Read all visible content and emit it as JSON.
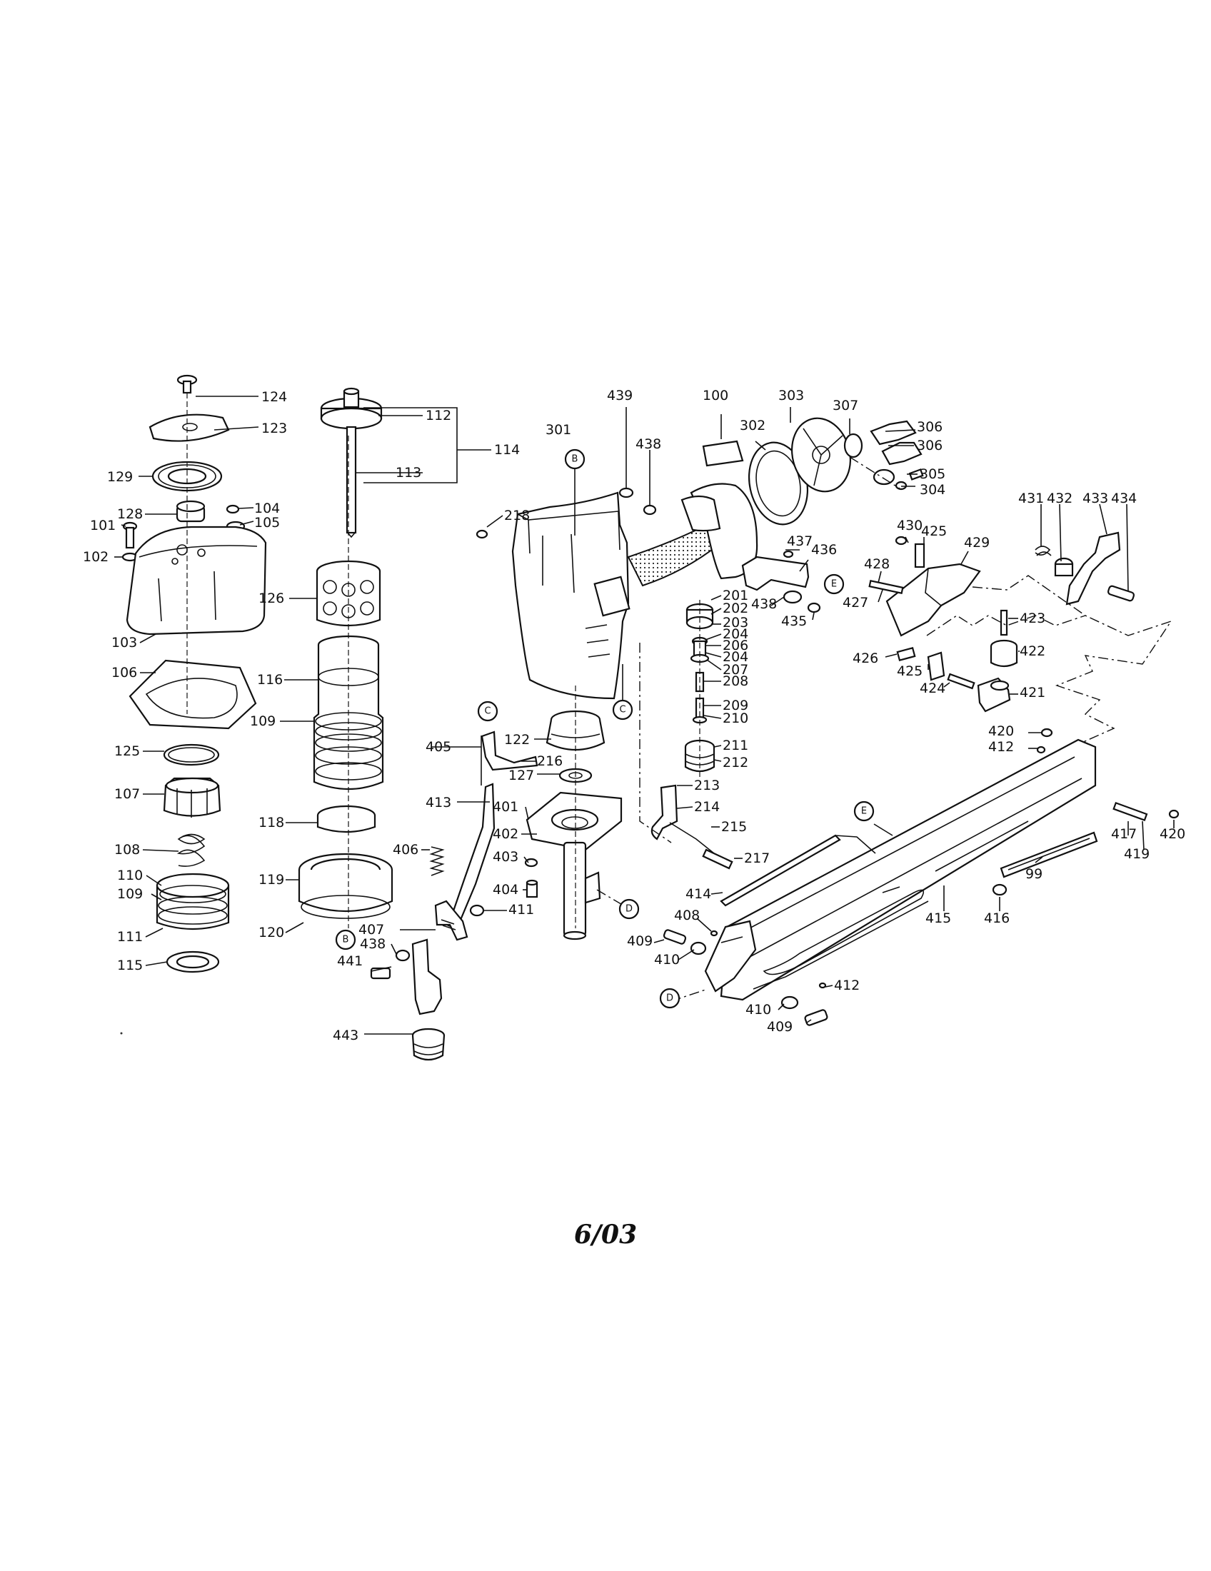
{
  "footer": {
    "date_code": "6/03"
  },
  "reference_marks": [
    "B",
    "C",
    "D",
    "E"
  ],
  "part_labels": [
    "124",
    "123",
    "129",
    "128",
    "104",
    "105",
    "101",
    "102",
    "103",
    "106",
    "125",
    "107",
    "108",
    "110",
    "109",
    "111",
    "115",
    "112",
    "113",
    "114",
    "126",
    "116",
    "109",
    "118",
    "119",
    "120",
    "439",
    "438",
    "100",
    "303",
    "307",
    "306",
    "306",
    "305",
    "304",
    "302",
    "301",
    "218",
    "437",
    "436",
    "438",
    "435",
    "201",
    "202",
    "203",
    "204",
    "206",
    "204",
    "207",
    "208",
    "209",
    "210",
    "211",
    "212",
    "122",
    "127",
    "401",
    "402",
    "403",
    "404",
    "411",
    "405",
    "216",
    "413",
    "406",
    "407",
    "438",
    "441",
    "443",
    "213",
    "214",
    "215",
    "217",
    "430",
    "425",
    "429",
    "428",
    "427",
    "426",
    "425",
    "424",
    "423",
    "422",
    "421",
    "431",
    "432",
    "433",
    "434",
    "420",
    "412",
    "417",
    "419",
    "420",
    "99",
    "414",
    "415",
    "416",
    "408",
    "409",
    "410",
    "412",
    "410",
    "409"
  ]
}
